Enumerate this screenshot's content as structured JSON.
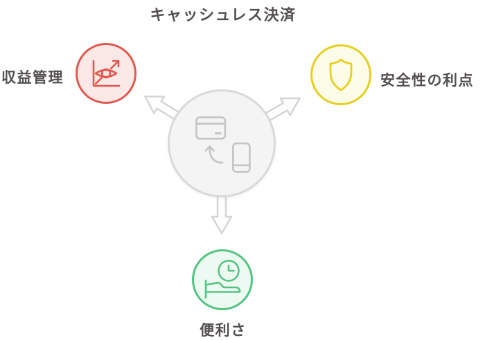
{
  "title": "キャッシュレス決済",
  "hub": {
    "description": "cashless payment hub",
    "icons": [
      "credit-card-icon",
      "transfer-arrow-icon",
      "smartphone-icon"
    ]
  },
  "branches": [
    {
      "id": "revenue",
      "label": "収益管理",
      "icon": "eye-growth-chart-icon",
      "accent": "#e1584e",
      "fill": "#fbe9e7",
      "position": "top-left"
    },
    {
      "id": "safety",
      "label": "安全性の利点",
      "icon": "shield-icon",
      "accent": "#e6cf1d",
      "fill": "#fdfce8",
      "position": "top-right"
    },
    {
      "id": "convenience",
      "label": "便利さ",
      "icon": "bed-clock-icon",
      "accent": "#54c482",
      "fill": "#ecfaf2",
      "position": "bottom"
    }
  ],
  "colors": {
    "text": "#534f4f",
    "hub_fill": "#f4f4f4",
    "hub_border": "#d9d9d9",
    "hub_icon": "#c6c6c6",
    "arrow_fill": "#fdfdfd",
    "arrow_border": "#d5d5d5",
    "background": "#ffffff"
  }
}
